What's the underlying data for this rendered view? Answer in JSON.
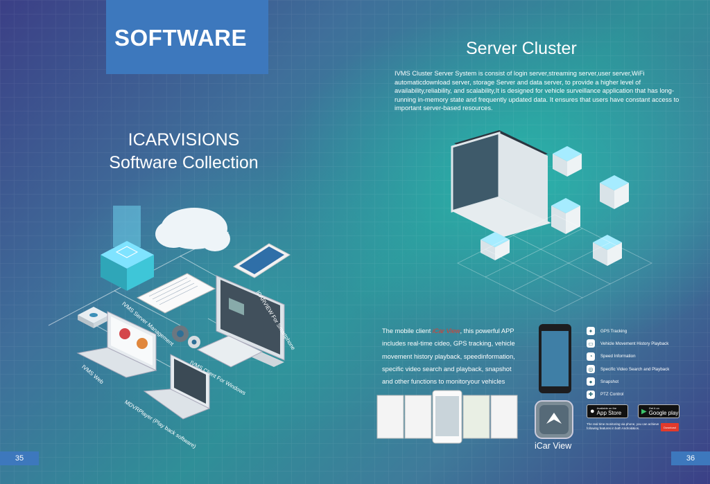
{
  "banner": {
    "title": "SOFTWARE"
  },
  "collection": {
    "line1": "ICARVISIONS",
    "line2": "Software Collection"
  },
  "diagram_labels": {
    "smartphone": "ICARVIEW For Smartphone",
    "server_mgmt": "IVMS Server Management",
    "client": "IVMS Client For Windows",
    "web": "IVMS Web",
    "player": "MDVRPlayer (Play back software)"
  },
  "cluster": {
    "title": "Server Cluster",
    "description": "IVMS Cluster Server System is consist of login server,streaming server,user server,WiFi automaticdownload server, storage Server and data server, to provide a higher level of availability,reliability, and scalability,It is designed for vehicle surveillance application that has long-running in-memory state and frequently updated data. It ensures that users have constant access to important server-based resources."
  },
  "mobile": {
    "prefix": "The mobile client ",
    "brand": "iCar View",
    "line1_suffix": ", this powerful APP",
    "line2": "includes real-time cideo, GPS tracking, vehicle",
    "line3": "movement history playback, speedinformation,",
    "line4": "specific video search and playback, snapshot",
    "line5": "and other functions to monitoryour vehicles"
  },
  "features": [
    {
      "label": "GPS Tracking",
      "icon": "satellite-icon"
    },
    {
      "label": "Vehicle Movement History Playback",
      "icon": "car-icon"
    },
    {
      "label": "Speed Information",
      "icon": "speedometer-icon"
    },
    {
      "label": "Specific Video Search and Playback",
      "icon": "video-search-icon"
    },
    {
      "label": "Snapshot",
      "icon": "camera-icon"
    },
    {
      "label": "PTZ Control",
      "icon": "ptz-icon"
    }
  ],
  "stores": {
    "appstore_small": "Available on the",
    "appstore_large": "App Store",
    "google_small": "Get it on",
    "google_large": "Google play"
  },
  "store_note": "The real time monitoring via phone, you can achieve following features in both Android&ios.",
  "download_label": "Download",
  "app_name": "iCar View",
  "pages": {
    "left": "35",
    "right": "36"
  },
  "colors": {
    "accent_blue": "#3d78bd",
    "brand_red": "#e23a2b"
  }
}
